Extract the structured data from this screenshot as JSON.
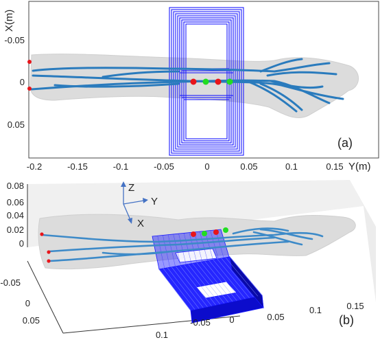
{
  "panel_a": {
    "label": "(a)",
    "xaxis_label": "Y(m)",
    "yaxis_label": "X(m)",
    "xticks": [
      "-0.2",
      "-0.15",
      "-0.1",
      "-0.05",
      "0",
      "0.05",
      "0.1",
      "0.15"
    ],
    "yticks": [
      "-0.05",
      "0",
      "0.05"
    ]
  },
  "panel_b": {
    "label": "(b)",
    "zticks": [
      "0.08",
      "0.06",
      "0.04",
      "0.02",
      "0"
    ],
    "xticks": [
      "-0.05",
      "0",
      "0.05"
    ],
    "yticks": [
      "-0.05",
      "0",
      "0.05",
      "0.1",
      "0.15"
    ],
    "bottom_partial_ticks": [
      "0.1",
      "-0.05",
      "0",
      "0.05"
    ],
    "triad": {
      "z": "Z",
      "y": "Y",
      "x": "X"
    }
  },
  "colors": {
    "arm": "#dcdcdc",
    "vessel": "#2a7bbd",
    "coil": "#1a1aff",
    "marker_red": "#e8151b",
    "marker_green": "#22dd22",
    "axis": "#333333"
  }
}
